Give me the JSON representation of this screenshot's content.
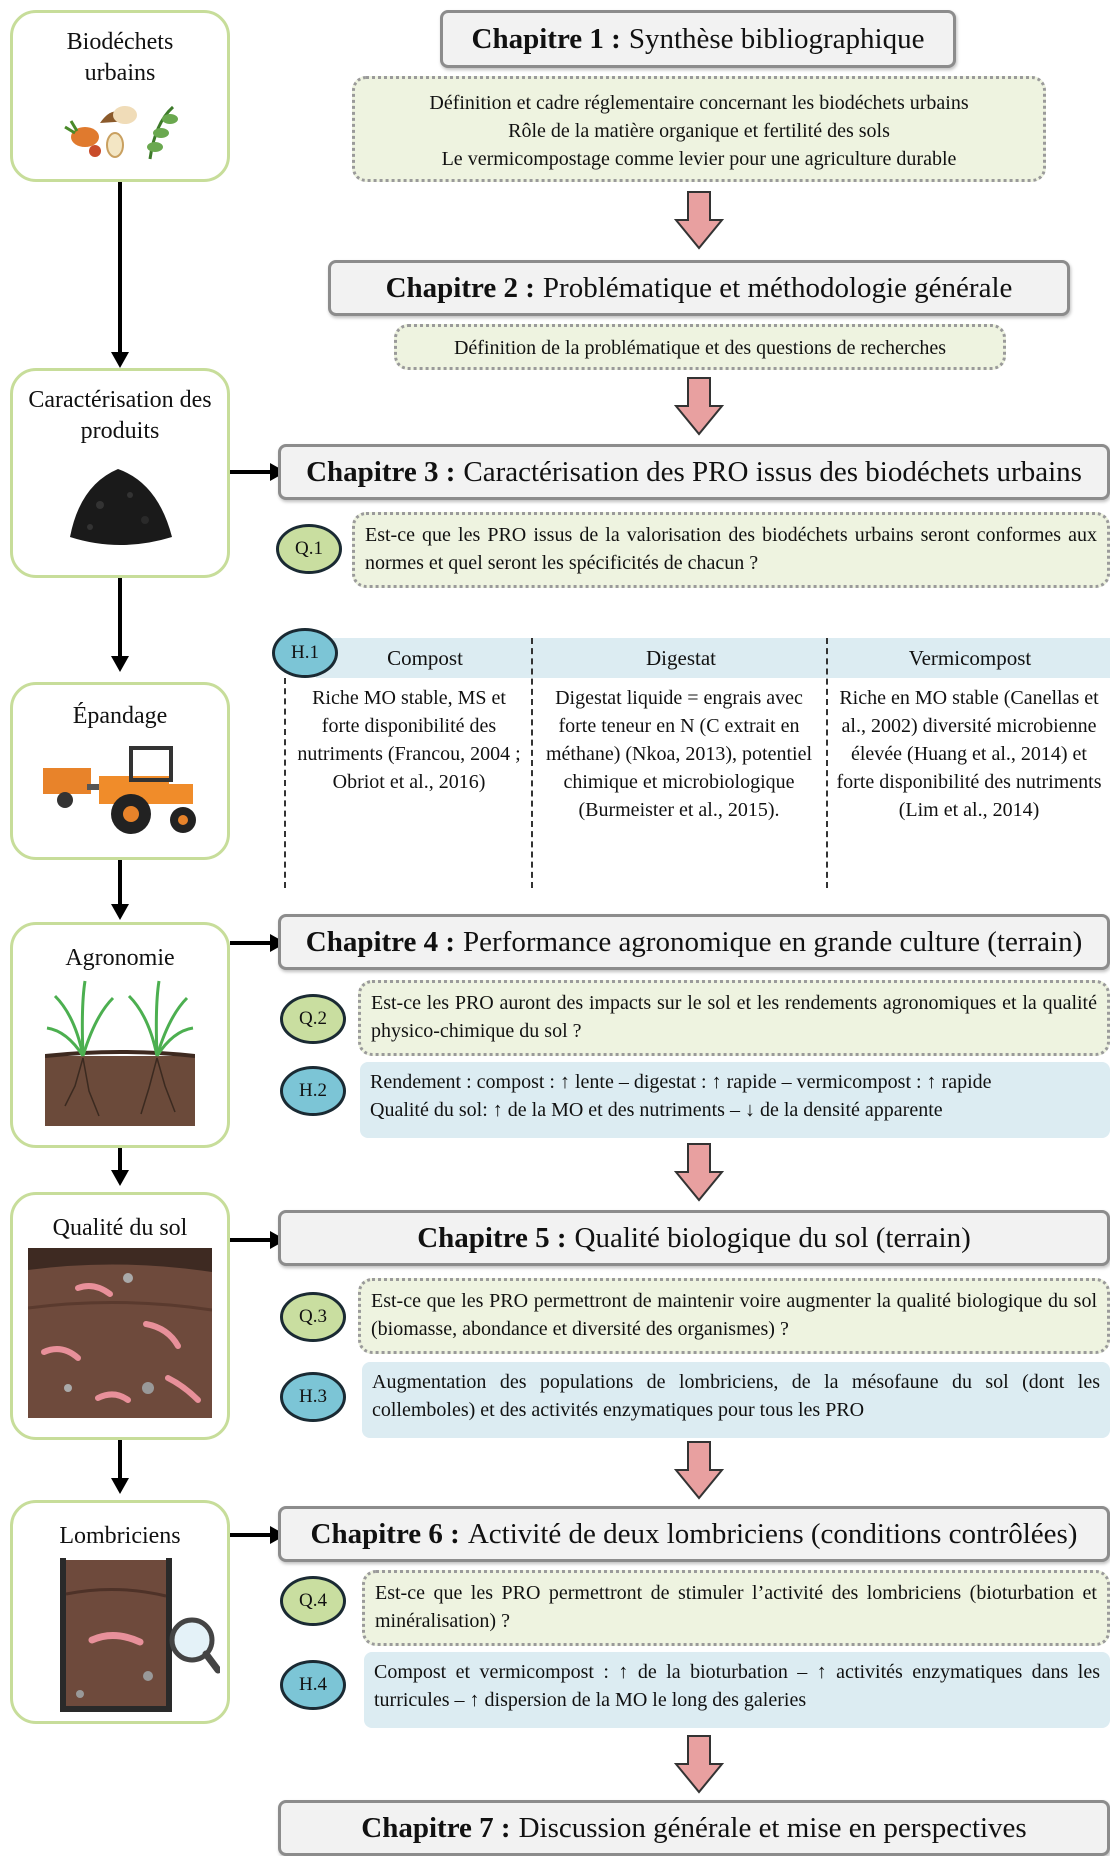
{
  "left": {
    "biodechets": "Biodéchets urbains",
    "caracterisation": "Caractérisation des produits",
    "epandage": "Épandage",
    "agronomie": "Agronomie",
    "qualite_sol": "Qualité du sol",
    "lombriciens": "Lombriciens"
  },
  "ch1": {
    "label": "Chapitre 1 :",
    "title": "Synthèse bibliographique",
    "lines": [
      "Définition et cadre réglementaire concernant les biodéchets urbains",
      "Rôle de la matière organique et fertilité des sols",
      "Le vermicompostage comme levier pour une agriculture durable"
    ]
  },
  "ch2": {
    "label": "Chapitre 2 :",
    "title": "Problématique et méthodologie générale",
    "line": "Définition de la problématique et des questions de recherches"
  },
  "ch3": {
    "label": "Chapitre 3 :",
    "title": "Caractérisation des PRO issus des biodéchets urbains",
    "q_badge": "Q.1",
    "q_text": "Est-ce que les PRO issus de la valorisation des biodéchets urbains seront conformes aux normes et quel seront les spécificités de chacun ?",
    "h_badge": "H.1",
    "columns": [
      {
        "head": "Compost",
        "body": "Riche MO stable, MS et forte disponibilité des nutriments (Francou, 2004 ; Obriot et al., 2016)"
      },
      {
        "head": "Digestat",
        "body": "Digestat liquide = engrais avec forte teneur en N (C extrait en méthane) (Nkoa, 2013), potentiel chimique et microbiologique (Burmeister et al., 2015)."
      },
      {
        "head": "Vermicompost",
        "body": "Riche en MO stable (Canellas et al., 2002) diversité microbienne élevée (Huang et al., 2014) et forte disponibilité des nutriments (Lim et al., 2014)"
      }
    ]
  },
  "ch4": {
    "label": "Chapitre 4 :",
    "title": "Performance agronomique en grande culture (terrain)",
    "q_badge": "Q.2",
    "q_text": "Est-ce les PRO auront des impacts sur le sol et les rendements agronomiques et la qualité physico-chimique du sol ?",
    "h_badge": "H.2",
    "h_line1": "Rendement : compost : ↑ lente – digestat : ↑ rapide – vermicompost : ↑ rapide",
    "h_line2": "Qualité du sol: ↑ de la MO et des nutriments – ↓ de la densité apparente"
  },
  "ch5": {
    "label": "Chapitre 5 :",
    "title": "Qualité biologique du sol (terrain)",
    "q_badge": "Q.3",
    "q_text": "Est-ce que les PRO permettront de maintenir voire augmenter la qualité biologique du sol (biomasse, abondance et diversité des organismes) ?",
    "h_badge": "H.3",
    "h_text": "Augmentation des populations de lombriciens, de la mésofaune du sol (dont les collemboles) et des activités enzymatiques pour tous les PRO"
  },
  "ch6": {
    "label": "Chapitre 6 :",
    "title": "Activité de deux lombriciens (conditions contrôlées)",
    "q_badge": "Q.4",
    "q_text": "Est-ce que les PRO permettront de stimuler l’activité des lombriciens (bioturbation et minéralisation) ?",
    "h_badge": "H.4",
    "h_text": "Compost et vermicompost : ↑ de la bioturbation – ↑ activités enzymatiques dans les turricules – ↑ dispersion de la MO le long des galeries"
  },
  "ch7": {
    "label": "Chapitre 7 :",
    "title": "Discussion générale et mise en perspectives"
  },
  "colors": {
    "green_border": "#c7dd9a",
    "green_fill": "#eef3e0",
    "blue_fill": "#dcecf2",
    "q_badge": "#c9dea0",
    "h_badge": "#7cc5d6",
    "down_arrow": "#e8a0a0"
  }
}
